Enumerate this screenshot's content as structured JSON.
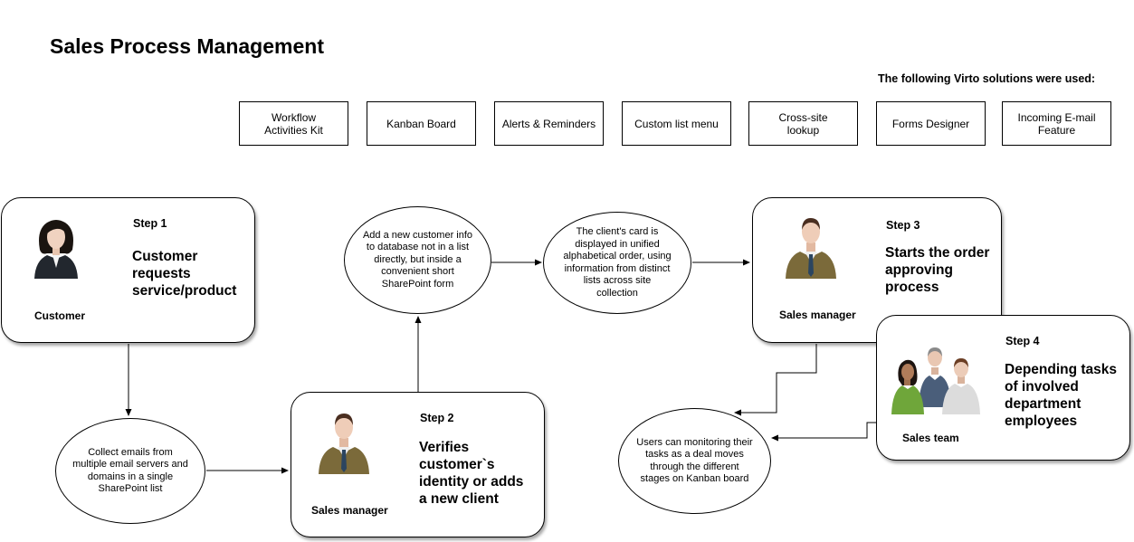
{
  "title": "Sales Process Management",
  "solutions": {
    "caption": "The following Virto solutions were used:",
    "items": [
      "Workflow\nActivities Kit",
      "Kanban Board",
      "Alerts & Reminders",
      "Custom list menu",
      "Cross-site\nlookup",
      "Forms Designer",
      "Incoming E-mail\nFeature"
    ]
  },
  "steps": {
    "s1": {
      "label": "Step 1",
      "text": "Customer\nrequests\nservice/product",
      "role": "Customer"
    },
    "s2": {
      "label": "Step 2",
      "text": "Verifies\ncustomer`s\nidentity or adds\na new client",
      "role": "Sales manager"
    },
    "s3": {
      "label": "Step 3",
      "text": "Starts the order\napproving\nprocess",
      "role": "Sales manager"
    },
    "s4": {
      "label": "Step 4",
      "text": "Depending tasks\nof involved\ndepartment\nemployees",
      "role": "Sales team"
    }
  },
  "ovals": {
    "collect": "Collect emails from\nmultiple email servers and\ndomains in a single\nSharePoint list",
    "add": "Add a new customer info\nto database not in a list\ndirectly, but inside a\nconvenient short\nSharePoint  form",
    "card": "The client's card is\ndisplayed in unified\nalphabetical order, using\ninformation from distinct\nlists across site\ncollection",
    "monitor": "Users can monitoring their\ntasks as a deal moves\nthrough the different\nstages on Kanban board"
  }
}
